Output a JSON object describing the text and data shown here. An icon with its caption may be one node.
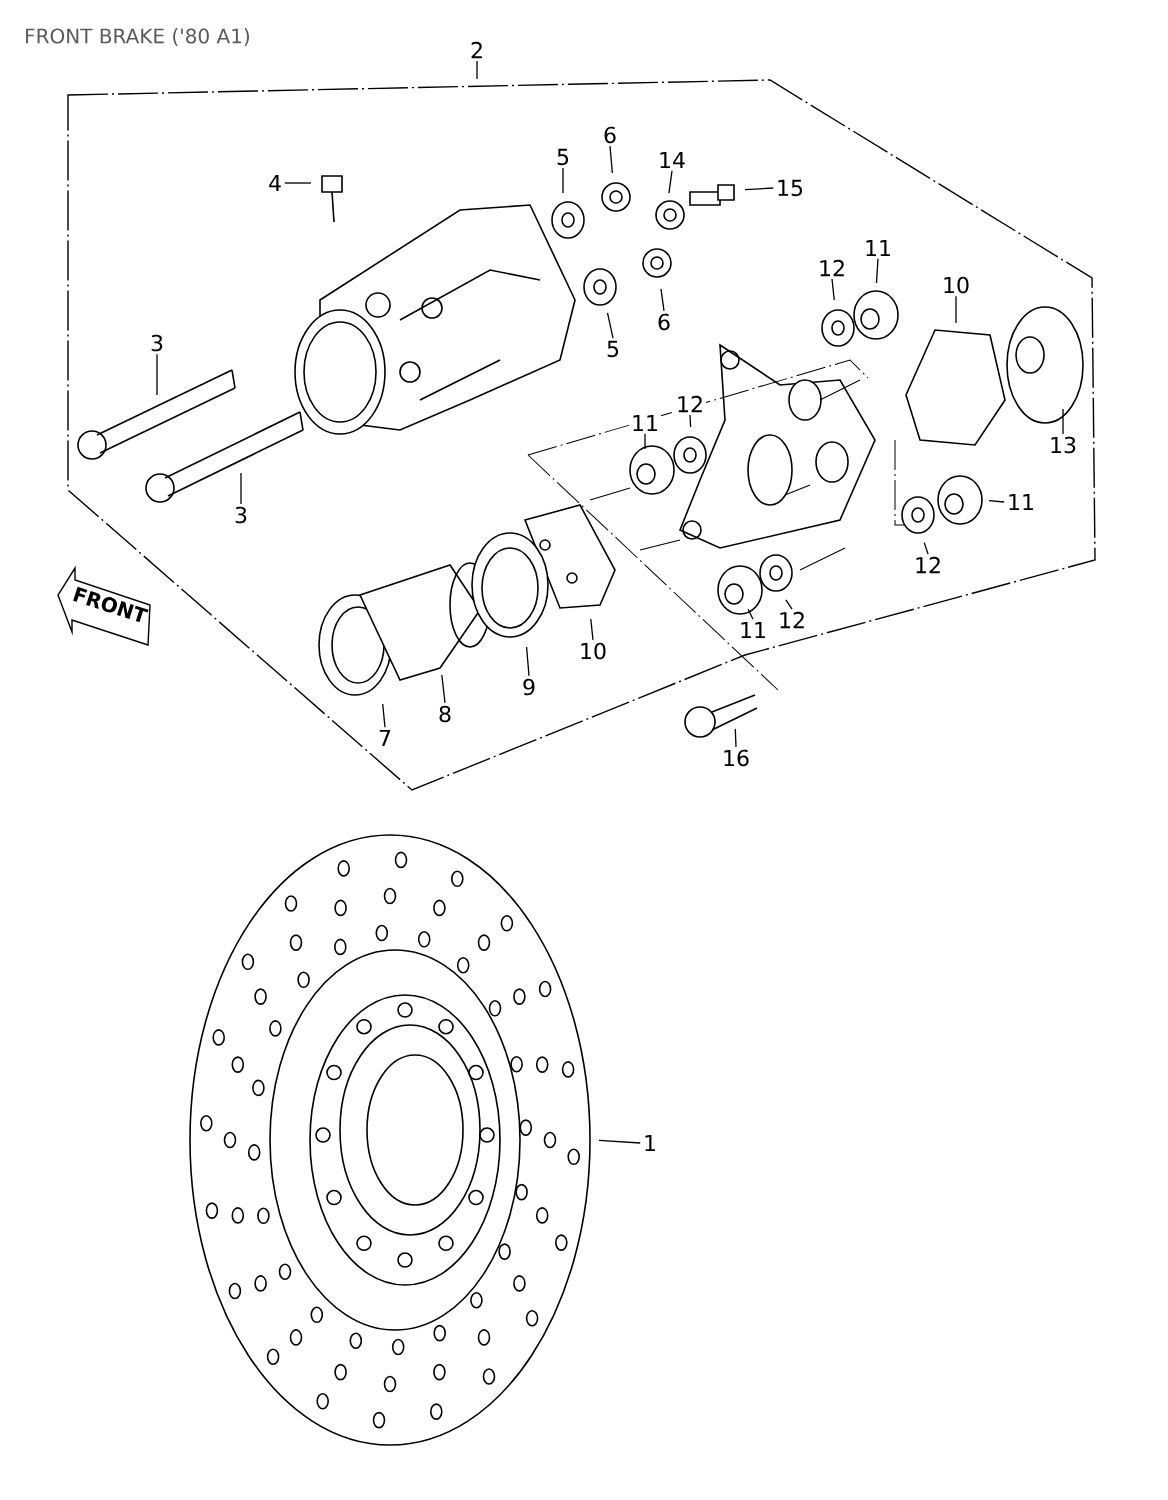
{
  "diagram": {
    "title": "FRONT BRAKE ('80 A1)",
    "nodes": [
      {
        "text": [
          "2"
        ]
      },
      {
        "text": [
          "4"
        ]
      },
      {
        "text": [
          "5"
        ]
      },
      {
        "text": [
          "6"
        ]
      },
      {
        "text": [
          "14"
        ]
      },
      {
        "text": [
          "15"
        ]
      },
      {
        "text": [
          "12"
        ]
      },
      {
        "text": [
          "11"
        ]
      },
      {
        "text": [
          "10"
        ]
      },
      {
        "text": [
          "3"
        ]
      },
      {
        "text": [
          "5"
        ]
      },
      {
        "text": [
          "6"
        ]
      },
      {
        "text": [
          "11"
        ]
      },
      {
        "text": [
          "12"
        ]
      },
      {
        "text": [
          "13"
        ]
      },
      {
        "text": [
          "3"
        ]
      },
      {
        "text": [
          "11"
        ]
      },
      {
        "text": [
          "12"
        ]
      },
      {
        "text": [
          "11"
        ]
      },
      {
        "text": [
          "12"
        ]
      },
      {
        "text": [
          "10"
        ]
      },
      {
        "text": [
          "9"
        ]
      },
      {
        "text": [
          "8"
        ]
      },
      {
        "text": [
          "7"
        ]
      },
      {
        "text": [
          "16"
        ]
      },
      {
        "text": [
          "1"
        ]
      }
    ],
    "edges": [
      {
        "from": 0,
        "to": null,
        "arrow": "none"
      },
      {
        "from": 1,
        "to": null,
        "arrow": "none"
      },
      {
        "from": 2,
        "to": null,
        "arrow": "none"
      },
      {
        "from": 3,
        "to": null,
        "arrow": "none"
      },
      {
        "from": 4,
        "to": null,
        "arrow": "none"
      },
      {
        "from": 5,
        "to": null,
        "arrow": "none"
      },
      {
        "from": 6,
        "to": null,
        "arrow": "none"
      },
      {
        "from": 7,
        "to": null,
        "arrow": "none"
      },
      {
        "from": 8,
        "to": null,
        "arrow": "none"
      },
      {
        "from": 9,
        "to": null,
        "arrow": "none"
      },
      {
        "from": 10,
        "to": null,
        "arrow": "none"
      },
      {
        "from": 11,
        "to": null,
        "arrow": "none"
      },
      {
        "from": 12,
        "to": null,
        "arrow": "none"
      },
      {
        "from": 13,
        "to": null,
        "arrow": "none"
      },
      {
        "from": 14,
        "to": null,
        "arrow": "none"
      },
      {
        "from": 15,
        "to": null,
        "arrow": "none"
      },
      {
        "from": 16,
        "to": null,
        "arrow": "none"
      },
      {
        "from": 17,
        "to": null,
        "arrow": "none"
      },
      {
        "from": 18,
        "to": null,
        "arrow": "none"
      },
      {
        "from": 19,
        "to": null,
        "arrow": "none"
      },
      {
        "from": 20,
        "to": null,
        "arrow": "none"
      },
      {
        "from": 21,
        "to": null,
        "arrow": "none"
      },
      {
        "from": 22,
        "to": null,
        "arrow": "none"
      },
      {
        "from": 23,
        "to": null,
        "arrow": "none"
      },
      {
        "from": 24,
        "to": null,
        "arrow": "none"
      },
      {
        "from": 25,
        "to": null,
        "arrow": "none"
      }
    ],
    "labels": [
      "FRONT"
    ]
  }
}
